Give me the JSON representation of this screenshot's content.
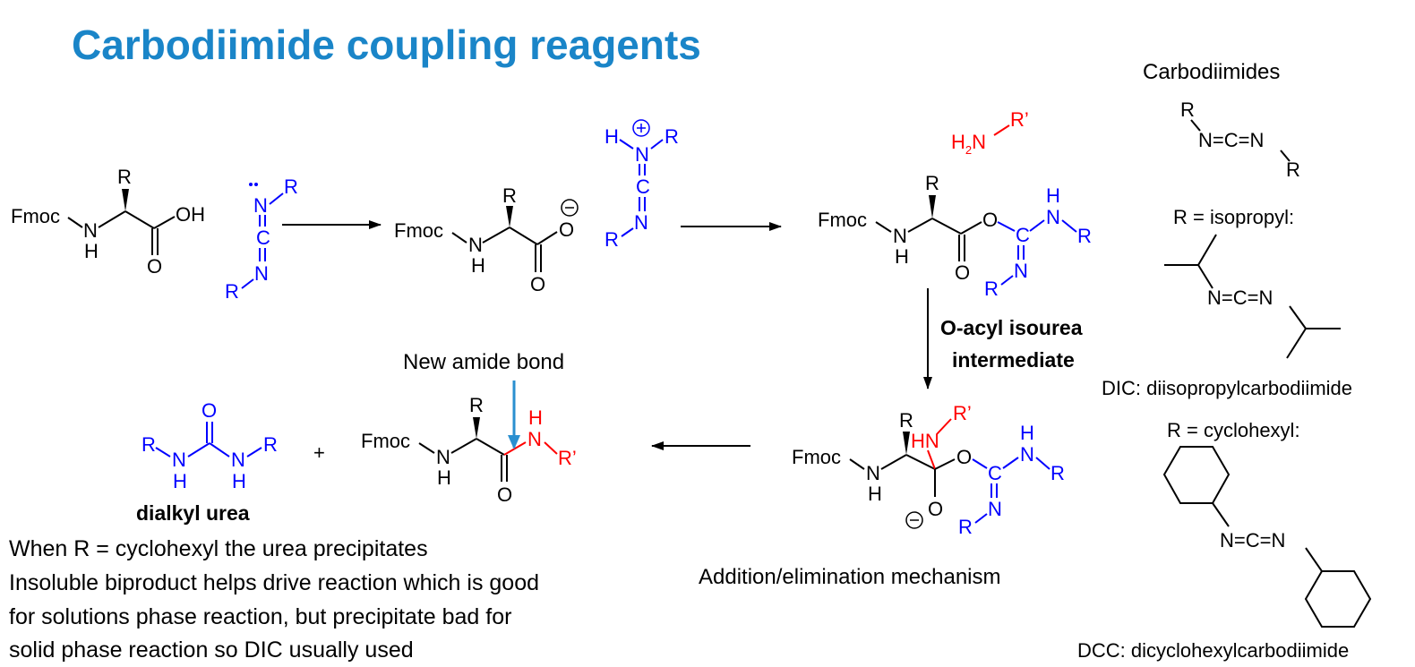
{
  "title": "Carbodiimide coupling reagents",
  "labels": {
    "fmoc": "Fmoc",
    "r": "R",
    "r_prime": "R’",
    "n": "N",
    "h": "H",
    "c": "C",
    "o": "O",
    "oh": "OH",
    "hn": "HN",
    "h2n_h": "H",
    "h2n_2": "2",
    "h2n_n": "N",
    "plus": "+",
    "plus_charge": "+",
    "minus_charge": "−"
  },
  "captions": {
    "o_acyl_line1": "O-acyl isourea",
    "o_acyl_line2": "intermediate",
    "new_amide_bond": "New amide bond",
    "dialkyl_urea": "dialkyl urea",
    "addition_elimination": "Addition/elimination mechanism"
  },
  "notes": [
    "When R = cyclohexyl the urea precipitates",
    "Insoluble biproduct helps drive reaction which is good",
    "for solutions phase reaction, but precipitate bad for",
    "solid phase reaction so DIC usually used"
  ],
  "sidebar": {
    "heading": "Carbodiimides",
    "generic_formula": "N=C=N",
    "isopropyl_label": "R = isopropyl:",
    "dic_name": "DIC: diisopropylcarbodiimide",
    "cyclohexyl_label": "R = cyclohexyl:",
    "dcc_name": "DCC: dicyclohexylcarbodiimide"
  },
  "colors": {
    "title": "#1a85c8",
    "reagent": "#0000ff",
    "amine": "#ff0000",
    "highlight_arrow": "#2a8fd0",
    "text": "#000000"
  }
}
